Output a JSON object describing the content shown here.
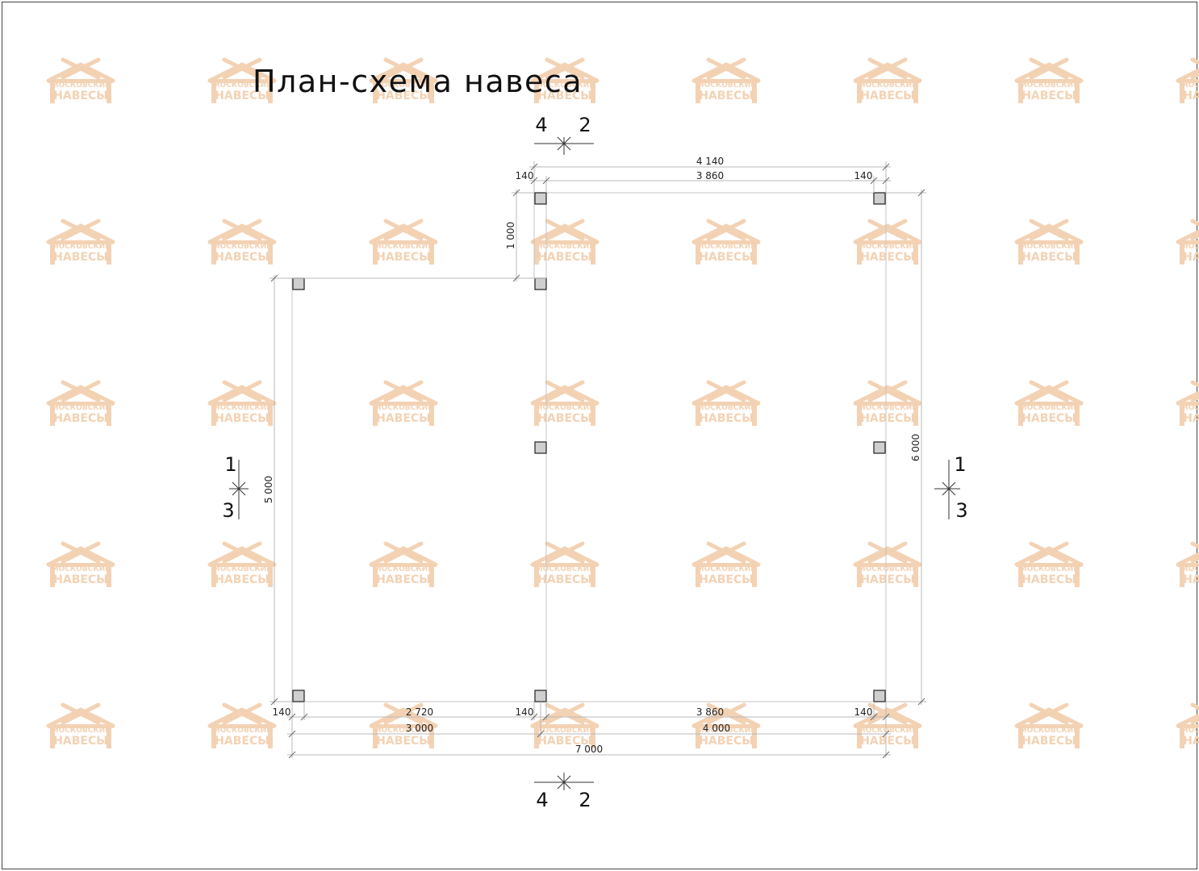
{
  "title": "План-схема навеса",
  "watermark": {
    "line1": "МОСКОВСКИЕ",
    "line2": "НАВЕСЫ",
    "color": "#f3d2b4"
  },
  "colors": {
    "post_fill": "#cfcfcf",
    "dim_line": "#b8b8b8",
    "text": "#111111"
  },
  "dimensions": {
    "top_overall": "4 140",
    "top_post_left": "140",
    "top_span": "3 860",
    "top_post_right": "140",
    "left_offset": "1 000",
    "left_height": "5 000",
    "right_height": "6 000",
    "bottom_post_1": "140",
    "bottom_span_1": "2 720",
    "bottom_post_2": "140",
    "bottom_span_2": "3 860",
    "bottom_post_3": "140",
    "bottom_axis_1": "3 000",
    "bottom_axis_2": "4 000",
    "bottom_overall": "7 000"
  },
  "sections": {
    "top": {
      "left": "4",
      "right": "2"
    },
    "bottom": {
      "left": "4",
      "right": "2"
    },
    "left": {
      "upper": "1",
      "lower": "3"
    },
    "right": {
      "upper": "1",
      "lower": "3"
    }
  }
}
